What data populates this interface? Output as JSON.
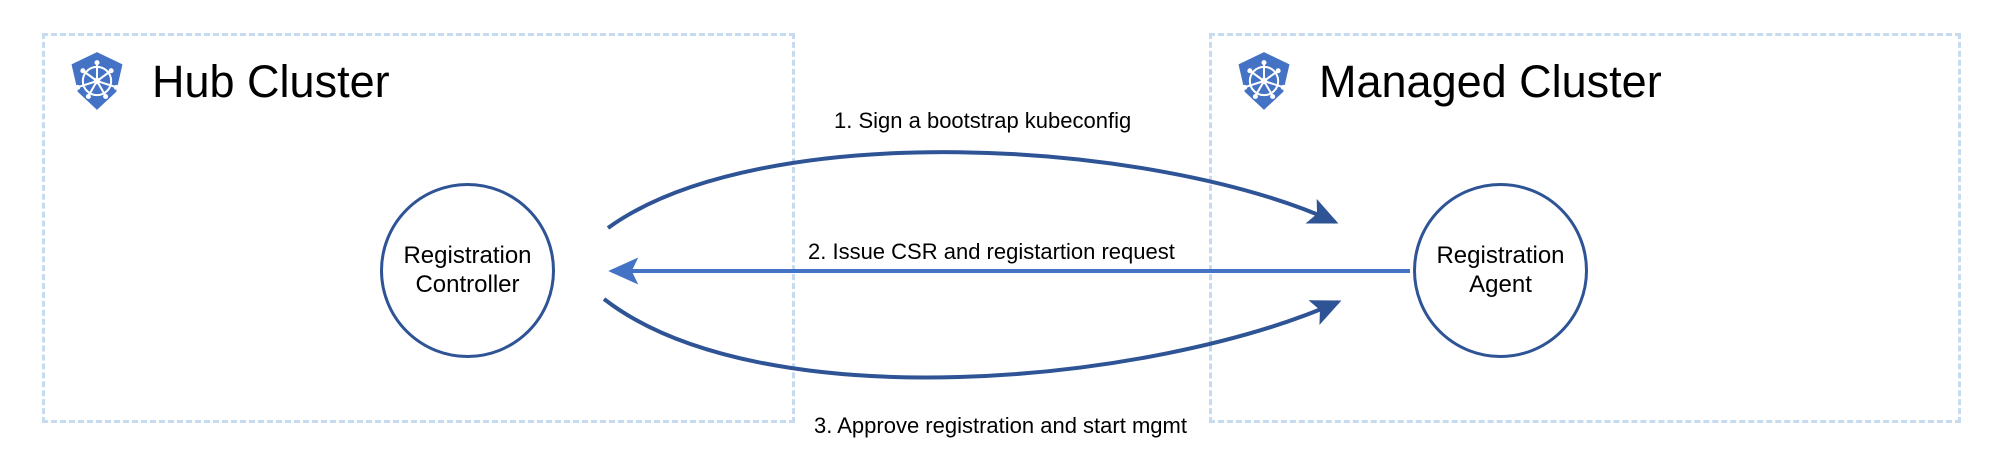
{
  "diagram": {
    "title": "Cluster registration handshake between hub and managed clusters",
    "background_color": "#ffffff",
    "box_border_color": "#c6dbf0",
    "node_border_color": "#2e5496",
    "arrow_color_dark": "#2e5496",
    "arrow_color_light": "#4472c4",
    "logo_color": "#4472c4"
  },
  "clusters": [
    {
      "id": "hub",
      "title": "Hub Cluster",
      "logo_icon": "kubernetes-logo-icon",
      "node": {
        "id": "registration-controller",
        "label": "Registration\nController"
      }
    },
    {
      "id": "managed",
      "title": "Managed Cluster",
      "logo_icon": "kubernetes-logo-icon",
      "node": {
        "id": "registration-agent",
        "label": "Registration\nAgent"
      }
    }
  ],
  "flows": [
    {
      "step": "1",
      "label": "1. Sign a bootstrap kubeconfig",
      "direction": "hub-to-managed",
      "shape": "curved",
      "color": "#2e5496"
    },
    {
      "step": "2",
      "label": "2. Issue CSR and registartion request",
      "direction": "managed-to-hub",
      "shape": "straight",
      "color": "#4472c4"
    },
    {
      "step": "3",
      "label": "3. Approve registration and start mgmt",
      "direction": "hub-to-managed",
      "shape": "curved",
      "color": "#2e5496"
    }
  ]
}
